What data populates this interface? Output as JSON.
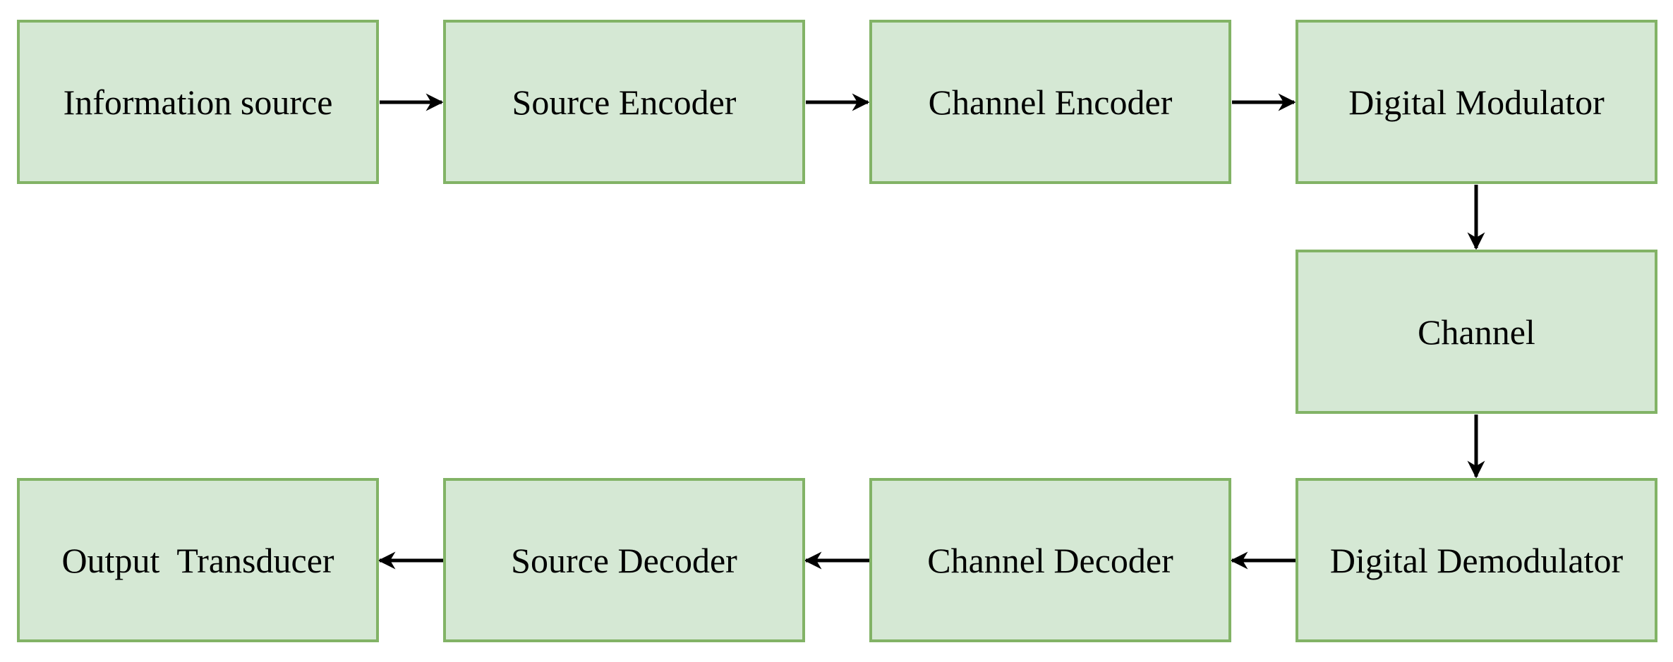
{
  "diagram": {
    "blocks": {
      "information_source": "Information source",
      "source_encoder": "Source Encoder",
      "channel_encoder": "Channel Encoder",
      "digital_modulator": "Digital Modulator",
      "channel": "Channel",
      "digital_demodulator": "Digital Demodulator",
      "channel_decoder": "Channel Decoder",
      "source_decoder": "Source Decoder",
      "output_transducer": "Output  Transducer"
    },
    "flow": [
      "information_source",
      "source_encoder",
      "channel_encoder",
      "digital_modulator",
      "channel",
      "digital_demodulator",
      "channel_decoder",
      "source_decoder",
      "output_transducer"
    ],
    "colors": {
      "block_fill": "#d5e8d4",
      "block_border": "#82b366",
      "arrow": "#000000",
      "text": "#000000"
    }
  }
}
